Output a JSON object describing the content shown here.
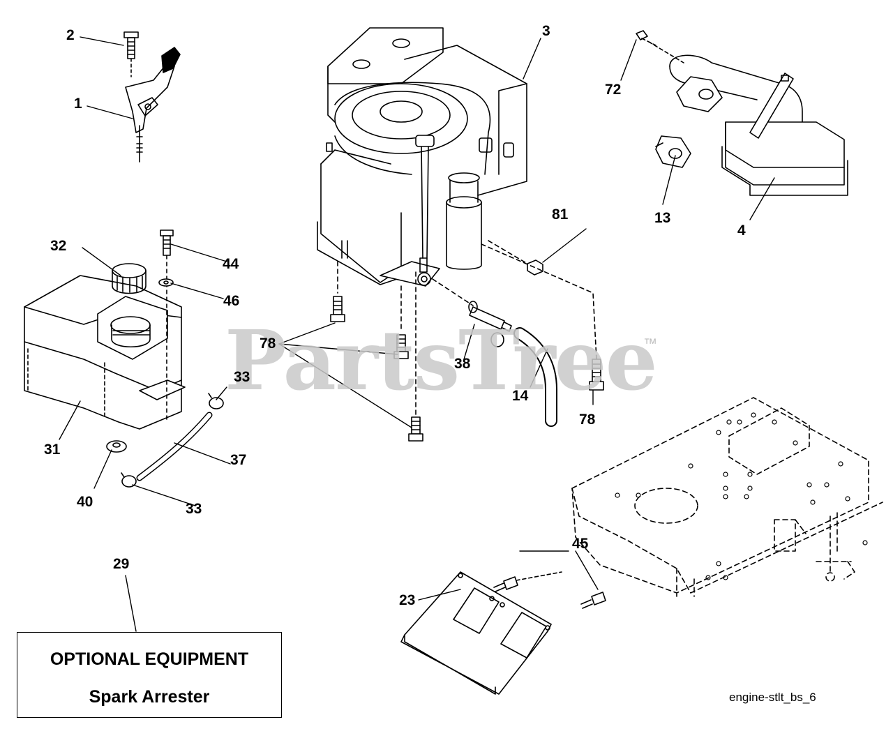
{
  "watermark": {
    "brand": "PartsTree",
    "trademark": "™"
  },
  "callouts": [
    {
      "id": "1"
    },
    {
      "id": "2"
    },
    {
      "id": "3"
    },
    {
      "id": "4"
    },
    {
      "id": "13"
    },
    {
      "id": "14"
    },
    {
      "id": "23"
    },
    {
      "id": "29"
    },
    {
      "id": "31"
    },
    {
      "id": "32"
    },
    {
      "id": "33"
    },
    {
      "id": "37"
    },
    {
      "id": "38"
    },
    {
      "id": "40"
    },
    {
      "id": "44"
    },
    {
      "id": "45"
    },
    {
      "id": "46"
    },
    {
      "id": "72"
    },
    {
      "id": "78"
    },
    {
      "id": "81"
    }
  ],
  "callout_labels": {
    "c1": "1",
    "c2": "2",
    "c3": "3",
    "c4": "4",
    "c13": "13",
    "c14": "14",
    "c23": "23",
    "c29": "29",
    "c31": "31",
    "c32": "32",
    "c33a": "33",
    "c33b": "33",
    "c37": "37",
    "c38": "38",
    "c40": "40",
    "c44": "44",
    "c45": "45",
    "c46": "46",
    "c72": "72",
    "c78a": "78",
    "c78b": "78",
    "c81": "81"
  },
  "optional_box": {
    "line1": "OPTIONAL EQUIPMENT",
    "line2": "Spark Arrester"
  },
  "diagram_code": "engine-stlt_bs_6",
  "colors": {
    "line": "#000000",
    "watermark": "#c9c9c9",
    "background": "#ffffff"
  }
}
